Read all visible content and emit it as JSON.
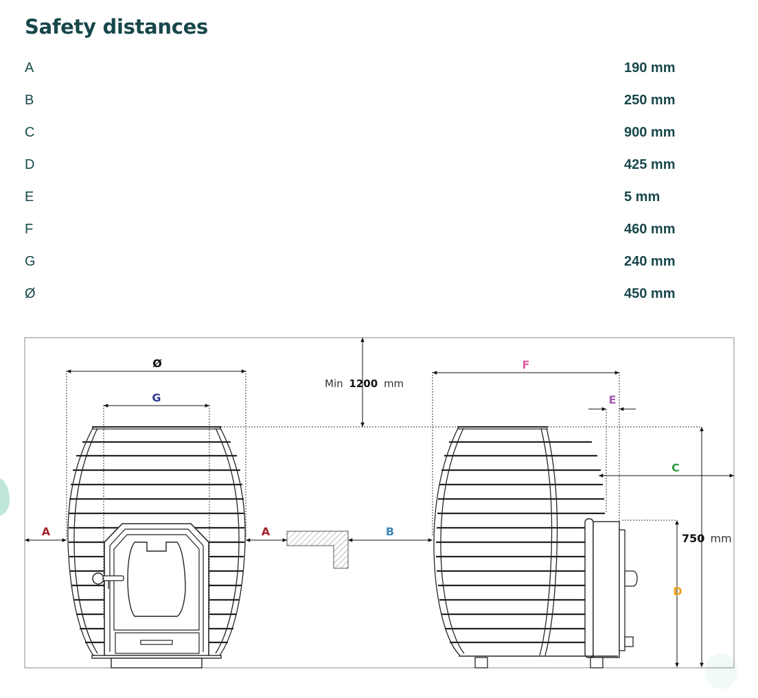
{
  "title": "Safety distances",
  "specs": [
    {
      "label": "A",
      "value": "190 mm"
    },
    {
      "label": "B",
      "value": "250 mm"
    },
    {
      "label": "C",
      "value": "900 mm"
    },
    {
      "label": "D",
      "value": "425 mm"
    },
    {
      "label": "E",
      "value": "5 mm"
    },
    {
      "label": "F",
      "value": "460 mm"
    },
    {
      "label": "G",
      "value": "240 mm"
    },
    {
      "label": "Ø",
      "value": "450 mm"
    }
  ],
  "diagram": {
    "labels": {
      "diameter": "Ø",
      "g": "G",
      "f": "F",
      "e": "E",
      "c": "C",
      "a_left": "A",
      "a_mid": "A",
      "b": "B",
      "d": "D"
    },
    "min_prefix": "Min",
    "min_value": "1200",
    "min_unit": "mm",
    "height_value": "750",
    "height_unit": "mm",
    "colors": {
      "a": "#a3222b",
      "b": "#3d86b8",
      "c": "#2a9d3c",
      "d": "#f2a21a",
      "e": "#a75bb5",
      "f": "#e05ba0",
      "g": "#2e3a8f",
      "diameter": "#111111"
    }
  }
}
